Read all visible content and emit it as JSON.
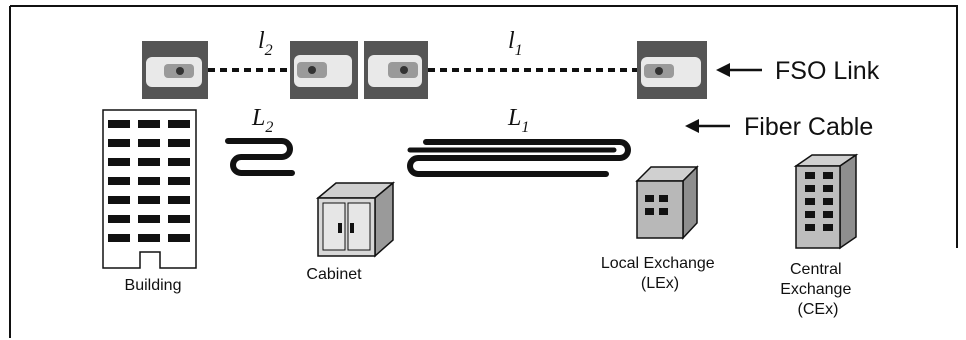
{
  "links": {
    "l2": {
      "main": "l",
      "sub": "2"
    },
    "l1": {
      "main": "l",
      "sub": "1"
    },
    "L2": {
      "main": "L",
      "sub": "2"
    },
    "L1": {
      "main": "L",
      "sub": "1"
    }
  },
  "legend": {
    "fso": "FSO Link",
    "fiber": "Fiber Cable"
  },
  "nodes": {
    "building": "Building",
    "cabinet": "Cabinet",
    "local_exchange": [
      "Local Exchange",
      "(LEx)"
    ],
    "central_exchange": [
      "Central",
      "Exchange",
      "(CEx)"
    ]
  },
  "colors": {
    "ink": "#111111",
    "device_body": "#e9e9e9",
    "device_bg": "#555555",
    "box_fill": "#bdbdbd"
  }
}
